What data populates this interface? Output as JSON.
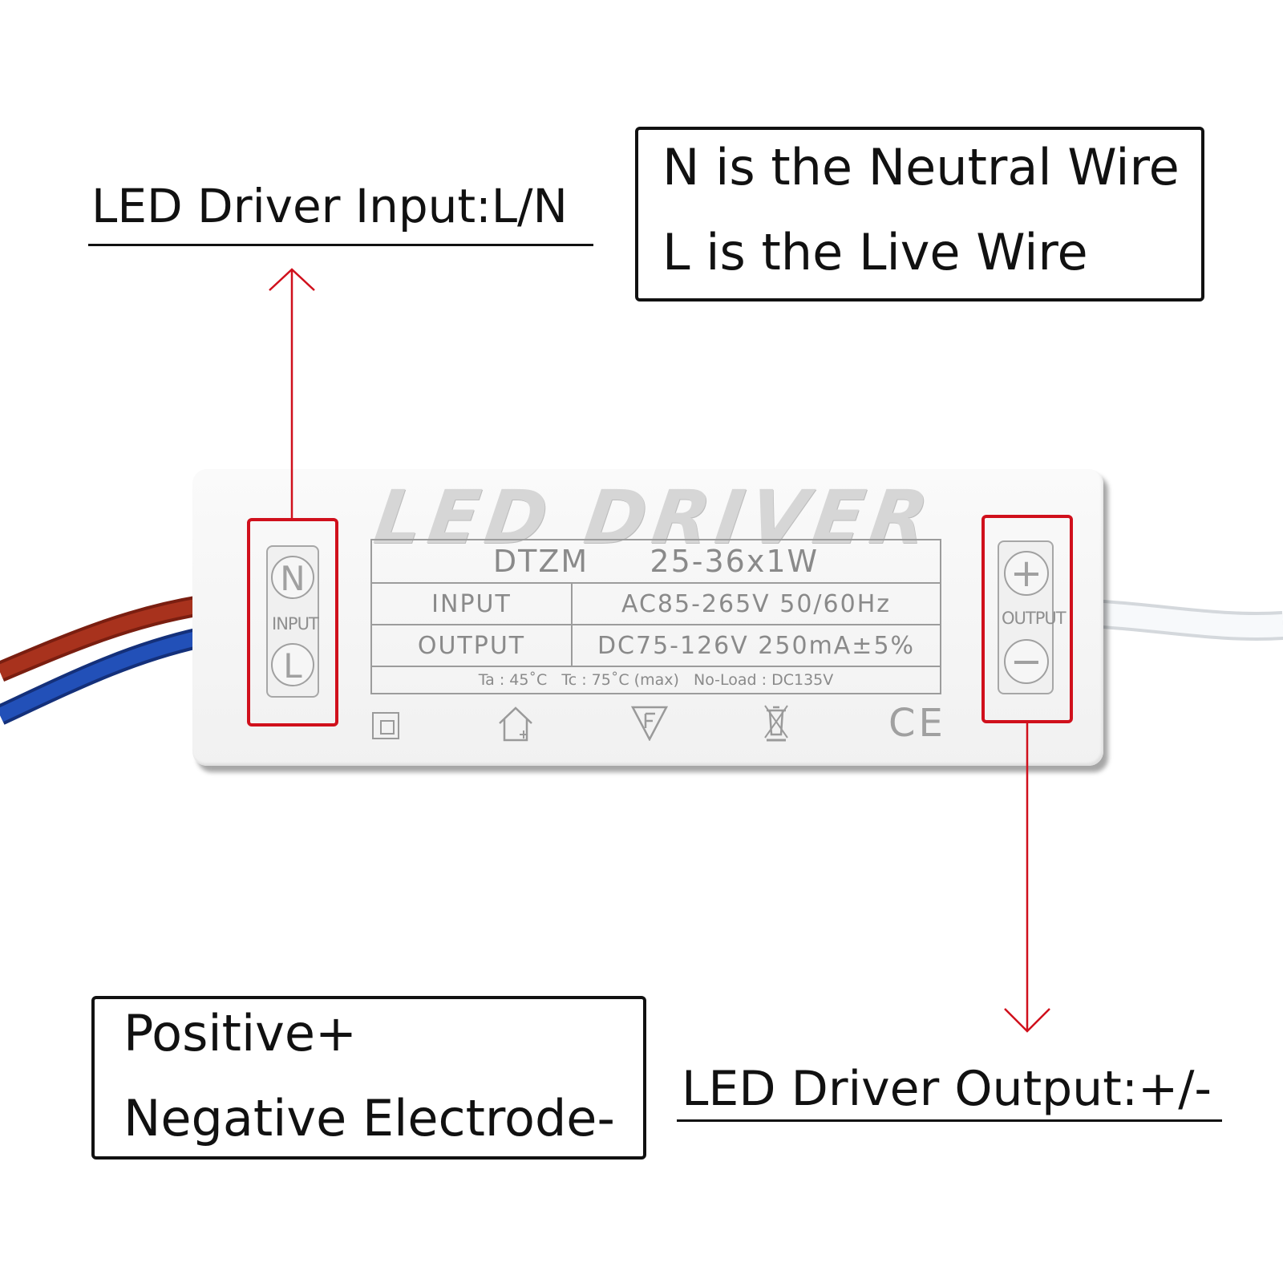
{
  "input_heading": "LED Driver Input:L/N",
  "output_heading": "LED Driver Output:+/-",
  "wire_box": {
    "line1": "N is the Neutral Wire",
    "line2": "L is the Live Wire"
  },
  "polarity_box": {
    "line1": "Positive+",
    "line2": "Negative Electrode-"
  },
  "driver": {
    "logo": "LED DRIVER",
    "model_brand": "DTZM",
    "model_power": "25-36x1W",
    "input_label": "INPUT",
    "input_value": "AC85-265V 50/60Hz",
    "output_label": "OUTPUT",
    "output_value": "DC75-126V 250mA±5%",
    "conditions": "Ta : 45˚C   Tc : 75˚C (max)   No-Load : DC135V",
    "input_terminal": {
      "top": "N",
      "label": "INPUT",
      "bottom": "L"
    },
    "output_terminal": {
      "top": "+",
      "label": "OUTPUT",
      "bottom": "−"
    },
    "ce_mark": "CE"
  },
  "colors": {
    "annotation_red": "#d0101c",
    "wire_live": "#9a2a1a",
    "wire_neutral": "#1e44a8",
    "wire_output": "#ffffff"
  }
}
